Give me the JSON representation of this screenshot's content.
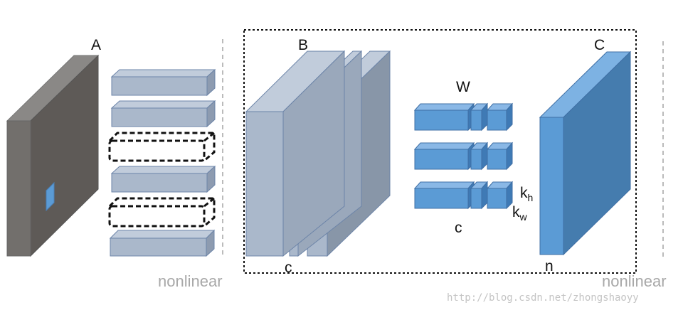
{
  "labels": {
    "a": "A",
    "b": "B",
    "c_output": "C",
    "w": "W",
    "k": "k",
    "h_sub": "h",
    "w_sub": "w",
    "c_channels_kernel": "c",
    "c_channels_input": "c",
    "n": "n",
    "nonlinear_left": "nonlinear",
    "nonlinear_right": "nonlinear"
  },
  "watermark": "http://blog.csdn.net/zhongshaoyy",
  "colors": {
    "dark_block_front": "#5f5b58",
    "dark_block_top": "#8a8886",
    "dark_block_side": "#726f6c",
    "grey_blue_front": "#aab8cb",
    "grey_blue_side": "#8896a8",
    "blue_front": "#5b9bd5",
    "blue_side": "#3f7ab5",
    "outline": "#6c84a8",
    "dashed_box": "#111111",
    "separator": "#bbbbbb"
  }
}
